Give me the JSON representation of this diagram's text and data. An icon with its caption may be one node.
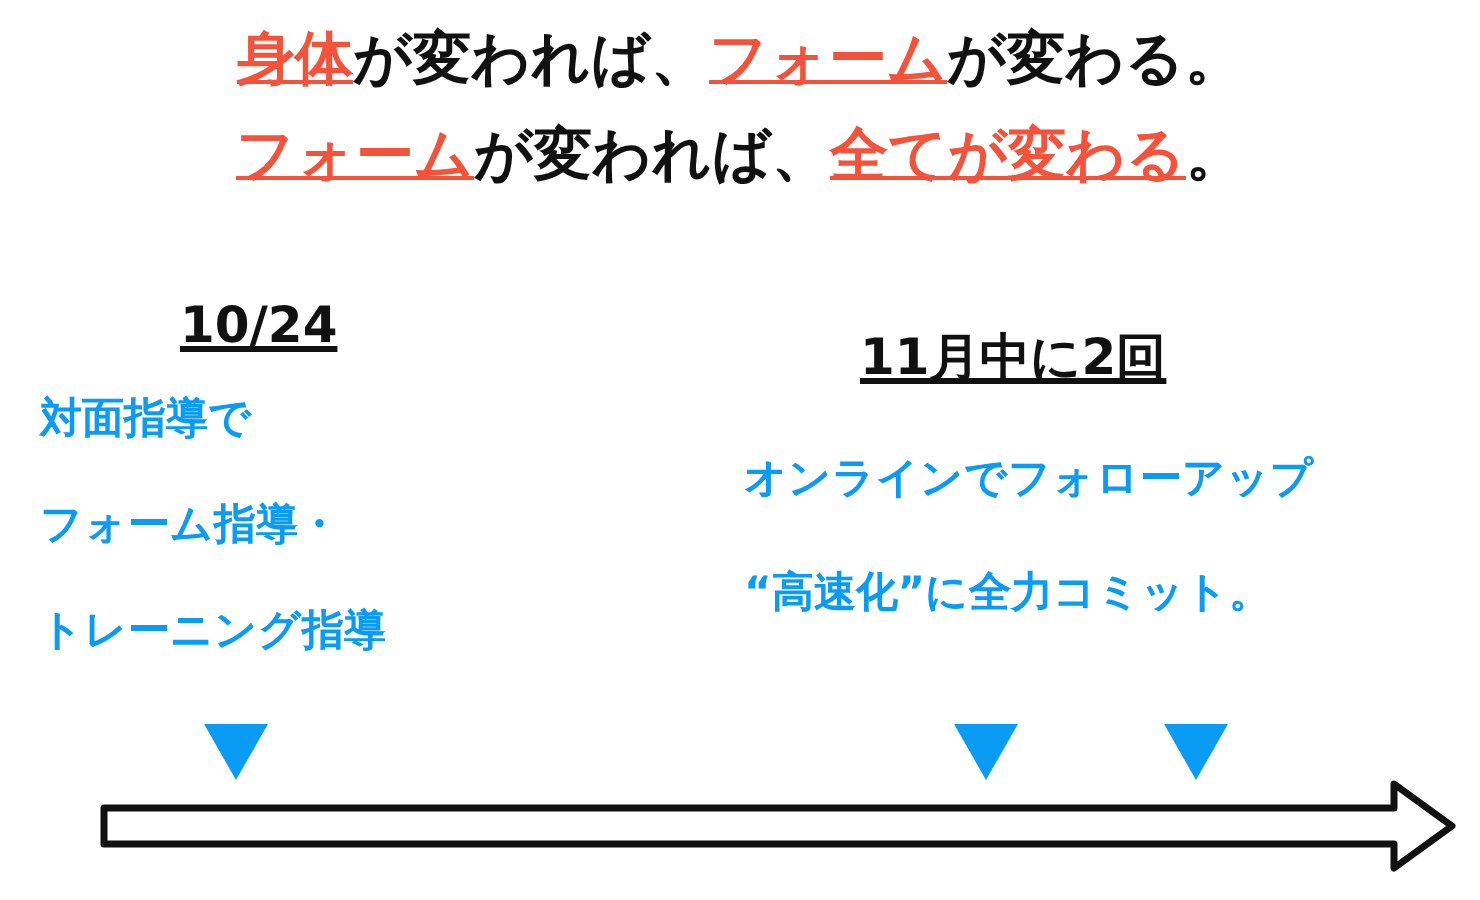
{
  "diagram": {
    "labels": [
      "**身体**が変われば、**フォーム**が変わる。",
      "**フォーム**が変われば、**全てが変わる**。",
      "10/24",
      "対面指導で",
      "フォーム指導・",
      "トレーニング指導",
      "11月中に2回",
      "オンラインでフォローアップ",
      "“高速化”に全力コミット。"
    ]
  }
}
